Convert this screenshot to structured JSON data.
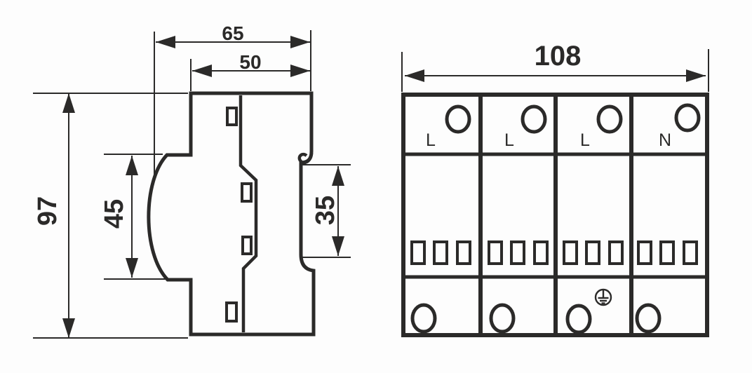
{
  "drawing_title": "surge-protector-dimension-drawing",
  "colors": {
    "background": "#fdfdfd",
    "line": "#2b2a29"
  },
  "side_view": {
    "view_name": "side-profile-view",
    "dimensions": {
      "overall_width": "65",
      "body_width": "50",
      "overall_height": "97",
      "front_height": "45",
      "rail_recess": "35"
    }
  },
  "front_view": {
    "view_name": "front-view",
    "dimensions": {
      "overall_width": "108"
    },
    "modules": [
      {
        "terminal_label": "L"
      },
      {
        "terminal_label": "L"
      },
      {
        "terminal_label": "L"
      },
      {
        "terminal_label": "N"
      }
    ],
    "earth_symbol": {
      "icon": "protective-earth-icon",
      "module_index": 2
    }
  }
}
